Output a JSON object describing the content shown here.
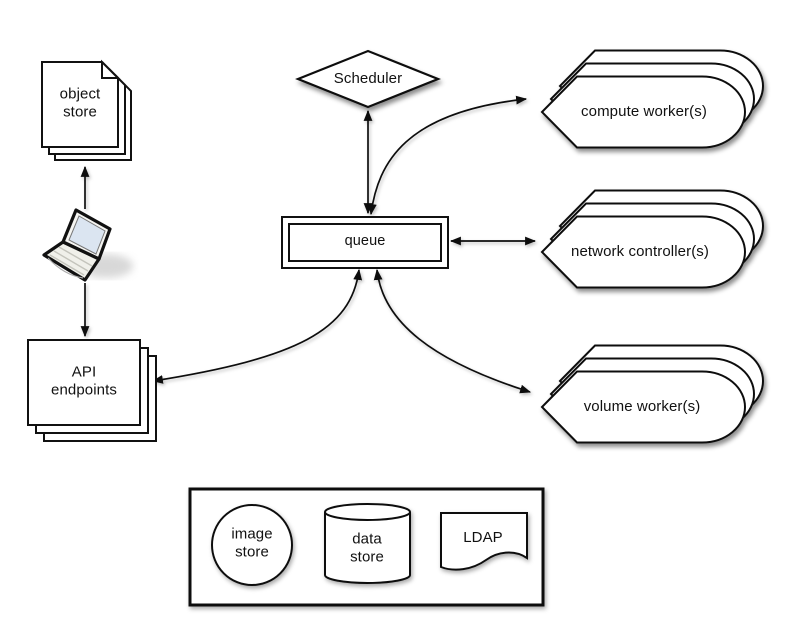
{
  "diagram": {
    "nodes": {
      "object_store": {
        "label": "object\nstore",
        "shape": "document-stack"
      },
      "laptop": {
        "icon": "laptop-icon",
        "shape": "clipart"
      },
      "api_endpoints": {
        "label": "API\nendpoints",
        "shape": "rectangle-stack"
      },
      "scheduler": {
        "label": "Scheduler",
        "shape": "diamond"
      },
      "queue": {
        "label": "queue",
        "shape": "double-rectangle"
      },
      "compute_workers": {
        "label": "compute worker(s)",
        "shape": "tag-stack"
      },
      "network_controllers": {
        "label": "network controller(s)",
        "shape": "tag-stack"
      },
      "volume_workers": {
        "label": "volume worker(s)",
        "shape": "tag-stack"
      }
    },
    "legend": {
      "image_store": {
        "label": "image\nstore",
        "shape": "circle"
      },
      "data_store": {
        "label": "data\nstore",
        "shape": "cylinder"
      },
      "ldap": {
        "label": "LDAP",
        "shape": "wavy-document"
      }
    },
    "edges": [
      {
        "from": "laptop",
        "to": "object_store",
        "arrows": "single"
      },
      {
        "from": "laptop",
        "to": "api_endpoints",
        "arrows": "single"
      },
      {
        "from": "scheduler",
        "to": "queue",
        "arrows": "double"
      },
      {
        "from": "queue",
        "to": "compute_workers",
        "arrows": "double"
      },
      {
        "from": "queue",
        "to": "network_controllers",
        "arrows": "double"
      },
      {
        "from": "queue",
        "to": "volume_workers",
        "arrows": "double"
      },
      {
        "from": "queue",
        "to": "api_endpoints",
        "arrows": "double"
      }
    ],
    "colors": {
      "stroke": "#111111",
      "fill": "#ffffff",
      "laptop_screen": "#dbe5f1",
      "laptop_body": "#f0f0ea",
      "shadow": "#888888"
    }
  }
}
